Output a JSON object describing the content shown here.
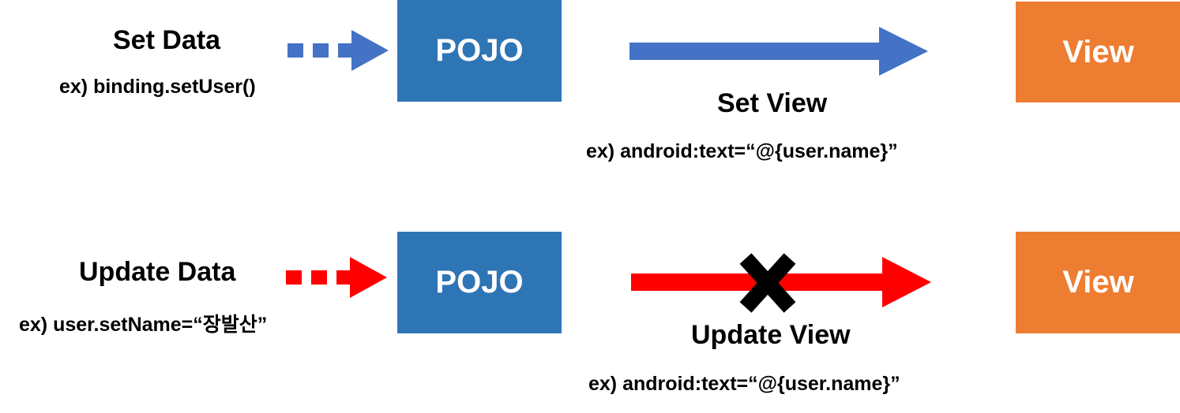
{
  "colors": {
    "pojo_box": "#2E75B6",
    "view_box": "#ED7D31",
    "blue_arrow": "#4472C4",
    "red_arrow": "#FF0000",
    "cross": "#000000"
  },
  "rows": [
    {
      "data_title": "Set Data",
      "data_example": "ex) binding.setUser()",
      "pojo_label": "POJO",
      "view_label": "View",
      "arrow_title": "Set View",
      "arrow_example": "ex) android:text=“@{user.name}”",
      "blocked": false
    },
    {
      "data_title": "Update Data",
      "data_example": "ex) user.setName=“장발산”",
      "pojo_label": "POJO",
      "view_label": "View",
      "arrow_title": "Update View",
      "arrow_example": "ex) android:text=“@{user.name}”",
      "blocked": true
    }
  ]
}
